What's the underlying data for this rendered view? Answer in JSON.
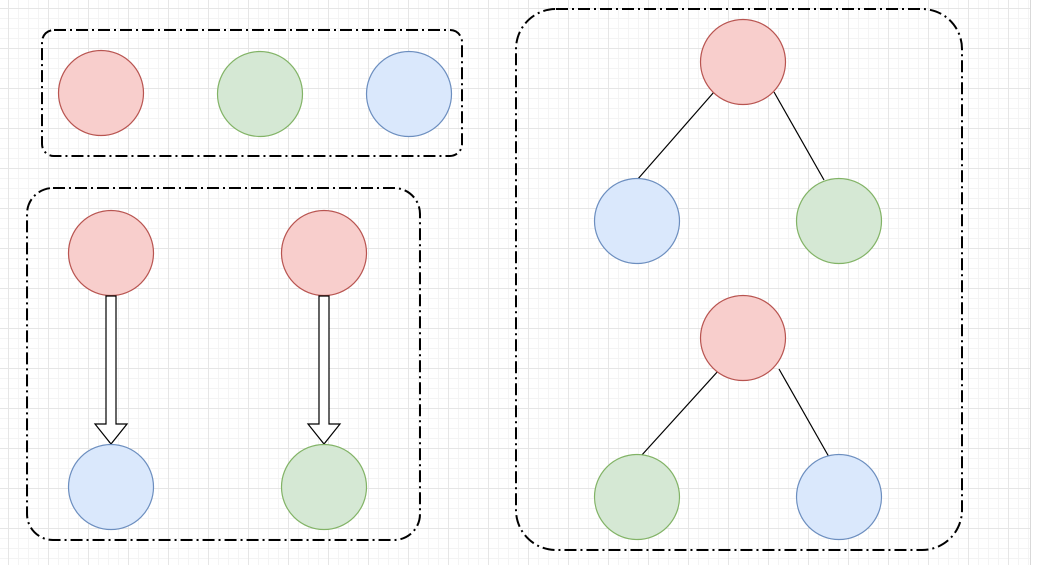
{
  "colors": {
    "red": {
      "fill": "#f8cecc",
      "stroke": "#b85450"
    },
    "green": {
      "fill": "#d5e8d4",
      "stroke": "#82b366"
    },
    "blue": {
      "fill": "#dae8fc",
      "stroke": "#6c8ebf"
    }
  },
  "groups": [
    {
      "id": "palette",
      "nodes": [
        "red",
        "green",
        "blue"
      ]
    },
    {
      "id": "arrow-pairs",
      "pairs": [
        {
          "from": "red",
          "to": "blue"
        },
        {
          "from": "red",
          "to": "green"
        }
      ]
    },
    {
      "id": "trees",
      "trees": [
        {
          "root": "red",
          "left": "blue",
          "right": "green"
        },
        {
          "root": "red",
          "left": "green",
          "right": "blue"
        }
      ]
    }
  ]
}
